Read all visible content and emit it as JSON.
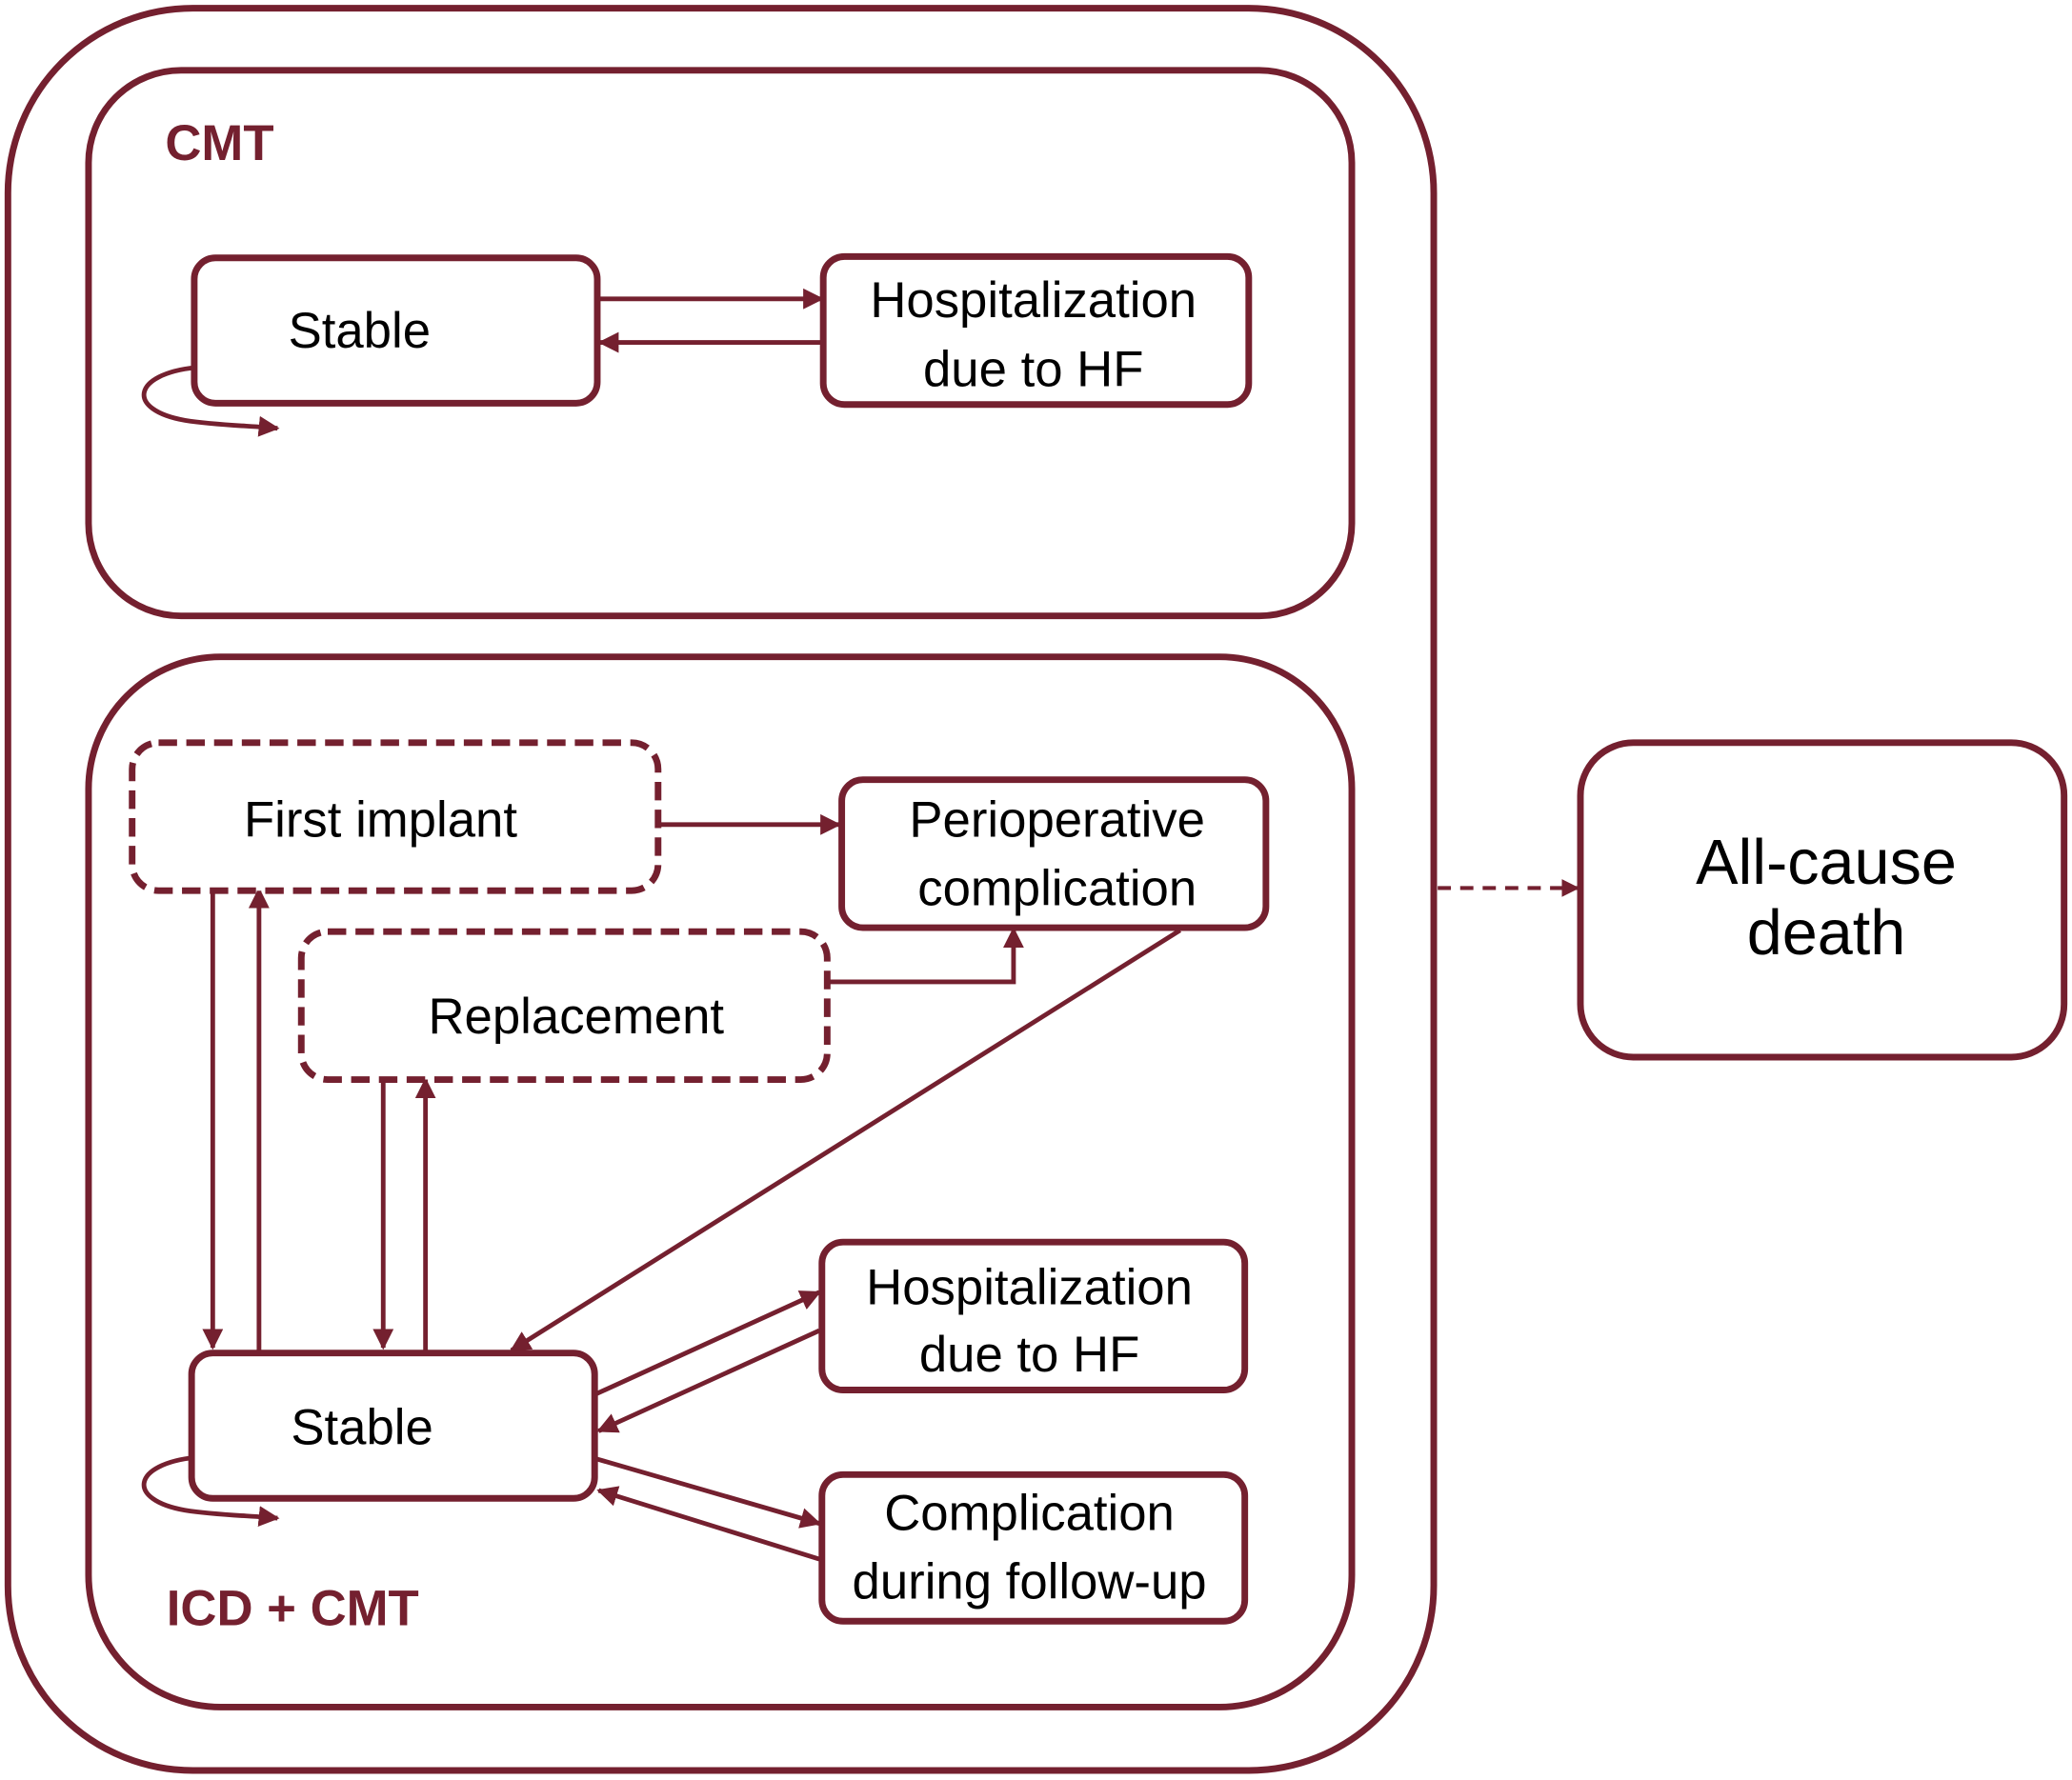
{
  "diagram": {
    "accent_color": "#74202f",
    "groups": {
      "cmt": {
        "label": "CMT"
      },
      "icd_cmt": {
        "label": "ICD + CMT"
      }
    },
    "nodes": {
      "cmt_stable": {
        "label": "Stable"
      },
      "cmt_hosp": {
        "line1": "Hospitalization",
        "line2": "due to HF"
      },
      "first_implant": {
        "label": "First implant"
      },
      "replacement": {
        "label": "Replacement"
      },
      "periop": {
        "line1": "Perioperative",
        "line2": "complication"
      },
      "icd_stable": {
        "label": "Stable"
      },
      "icd_hosp": {
        "line1": "Hospitalization",
        "line2": "due to HF"
      },
      "complication_fu": {
        "line1": "Complication",
        "line2": "during follow-up"
      },
      "death": {
        "line1": "All-cause",
        "line2": "death"
      }
    },
    "edges": [
      {
        "from": "cmt_stable",
        "to": "cmt_stable",
        "style": "solid"
      },
      {
        "from": "cmt_stable",
        "to": "cmt_hosp",
        "style": "solid"
      },
      {
        "from": "cmt_hosp",
        "to": "cmt_stable",
        "style": "solid"
      },
      {
        "from": "first_implant",
        "to": "periop",
        "style": "solid"
      },
      {
        "from": "replacement",
        "to": "periop",
        "style": "solid"
      },
      {
        "from": "periop",
        "to": "icd_stable",
        "style": "solid"
      },
      {
        "from": "first_implant",
        "to": "icd_stable",
        "style": "solid"
      },
      {
        "from": "icd_stable",
        "to": "first_implant",
        "style": "solid"
      },
      {
        "from": "replacement",
        "to": "icd_stable",
        "style": "solid"
      },
      {
        "from": "icd_stable",
        "to": "replacement",
        "style": "solid"
      },
      {
        "from": "icd_stable",
        "to": "icd_stable",
        "style": "solid"
      },
      {
        "from": "icd_stable",
        "to": "icd_hosp",
        "style": "solid"
      },
      {
        "from": "icd_hosp",
        "to": "icd_stable",
        "style": "solid"
      },
      {
        "from": "icd_stable",
        "to": "complication_fu",
        "style": "solid"
      },
      {
        "from": "complication_fu",
        "to": "icd_stable",
        "style": "solid"
      },
      {
        "from": "all_states",
        "to": "death",
        "style": "dashed"
      }
    ]
  }
}
